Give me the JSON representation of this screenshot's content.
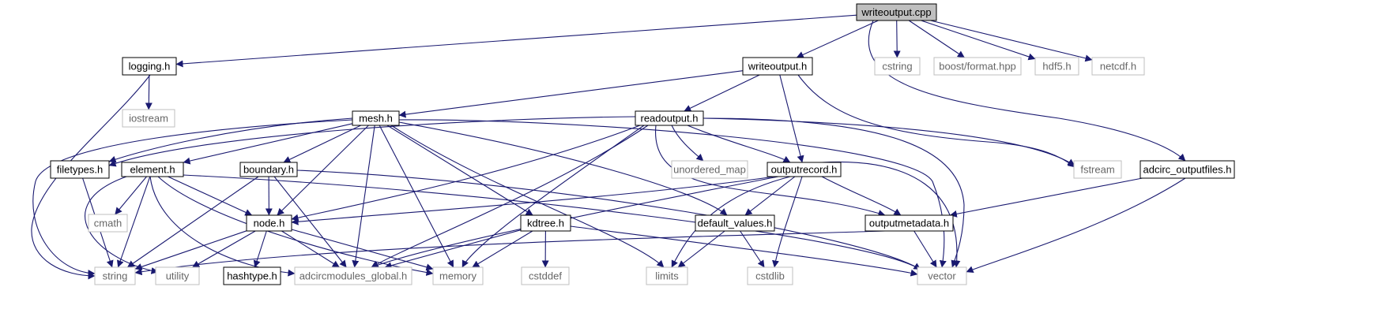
{
  "graph": {
    "edge_color": "#191970",
    "root_fill": "#bfbfbf",
    "external_border": "#bfbfbf",
    "nodes": [
      {
        "id": "writeoutput_cpp",
        "label": "writeoutput.cpp",
        "kind": "root"
      },
      {
        "id": "logging_h",
        "label": "logging.h",
        "kind": "local"
      },
      {
        "id": "writeoutput_h",
        "label": "writeoutput.h",
        "kind": "local"
      },
      {
        "id": "cstring",
        "label": "cstring",
        "kind": "external"
      },
      {
        "id": "boost_format",
        "label": "boost/format.hpp",
        "kind": "external"
      },
      {
        "id": "hdf5_h",
        "label": "hdf5.h",
        "kind": "external"
      },
      {
        "id": "netcdf_h",
        "label": "netcdf.h",
        "kind": "external"
      },
      {
        "id": "iostream",
        "label": "iostream",
        "kind": "external"
      },
      {
        "id": "mesh_h",
        "label": "mesh.h",
        "kind": "local"
      },
      {
        "id": "readoutput_h",
        "label": "readoutput.h",
        "kind": "local"
      },
      {
        "id": "filetypes_h",
        "label": "filetypes.h",
        "kind": "local"
      },
      {
        "id": "element_h",
        "label": "element.h",
        "kind": "local"
      },
      {
        "id": "boundary_h",
        "label": "boundary.h",
        "kind": "local"
      },
      {
        "id": "unordered_map",
        "label": "unordered_map",
        "kind": "external"
      },
      {
        "id": "outputrecord_h",
        "label": "outputrecord.h",
        "kind": "local"
      },
      {
        "id": "fstream",
        "label": "fstream",
        "kind": "external"
      },
      {
        "id": "adcirc_outputfiles_h",
        "label": "adcirc_outputfiles.h",
        "kind": "local"
      },
      {
        "id": "cmath",
        "label": "cmath",
        "kind": "external"
      },
      {
        "id": "node_h",
        "label": "node.h",
        "kind": "local"
      },
      {
        "id": "kdtree_h",
        "label": "kdtree.h",
        "kind": "local"
      },
      {
        "id": "default_values_h",
        "label": "default_values.h",
        "kind": "local"
      },
      {
        "id": "outputmetadata_h",
        "label": "outputmetadata.h",
        "kind": "local"
      },
      {
        "id": "hashtype_h",
        "label": "hashtype.h",
        "kind": "local"
      },
      {
        "id": "string",
        "label": "string",
        "kind": "external"
      },
      {
        "id": "utility",
        "label": "utility",
        "kind": "external"
      },
      {
        "id": "adcircmodules_global_h",
        "label": "adcircmodules_global.h",
        "kind": "external"
      },
      {
        "id": "memory",
        "label": "memory",
        "kind": "external"
      },
      {
        "id": "cstddef",
        "label": "cstddef",
        "kind": "external"
      },
      {
        "id": "limits",
        "label": "limits",
        "kind": "external"
      },
      {
        "id": "cstdlib",
        "label": "cstdlib",
        "kind": "external"
      },
      {
        "id": "vector",
        "label": "vector",
        "kind": "external"
      }
    ],
    "edges": [
      [
        "writeoutput_cpp",
        "logging_h"
      ],
      [
        "writeoutput_cpp",
        "writeoutput_h"
      ],
      [
        "writeoutput_cpp",
        "cstring"
      ],
      [
        "writeoutput_cpp",
        "boost_format"
      ],
      [
        "writeoutput_cpp",
        "hdf5_h"
      ],
      [
        "writeoutput_cpp",
        "netcdf_h"
      ],
      [
        "writeoutput_cpp",
        "adcirc_outputfiles_h"
      ],
      [
        "logging_h",
        "iostream"
      ],
      [
        "logging_h",
        "string"
      ],
      [
        "writeoutput_h",
        "mesh_h"
      ],
      [
        "writeoutput_h",
        "readoutput_h"
      ],
      [
        "writeoutput_h",
        "outputrecord_h"
      ],
      [
        "writeoutput_h",
        "fstream"
      ],
      [
        "mesh_h",
        "filetypes_h"
      ],
      [
        "mesh_h",
        "element_h"
      ],
      [
        "mesh_h",
        "boundary_h"
      ],
      [
        "mesh_h",
        "node_h"
      ],
      [
        "mesh_h",
        "kdtree_h"
      ],
      [
        "mesh_h",
        "string"
      ],
      [
        "mesh_h",
        "adcircmodules_global_h"
      ],
      [
        "mesh_h",
        "memory"
      ],
      [
        "mesh_h",
        "limits"
      ],
      [
        "mesh_h",
        "vector"
      ],
      [
        "mesh_h",
        "default_values_h"
      ],
      [
        "readoutput_h",
        "filetypes_h"
      ],
      [
        "readoutput_h",
        "unordered_map"
      ],
      [
        "readoutput_h",
        "outputrecord_h"
      ],
      [
        "readoutput_h",
        "outputmetadata_h"
      ],
      [
        "readoutput_h",
        "fstream"
      ],
      [
        "readoutput_h",
        "node_h"
      ],
      [
        "readoutput_h",
        "adcircmodules_global_h"
      ],
      [
        "readoutput_h",
        "memory"
      ],
      [
        "readoutput_h",
        "vector"
      ],
      [
        "filetypes_h",
        "string"
      ],
      [
        "element_h",
        "node_h"
      ],
      [
        "element_h",
        "cmath"
      ],
      [
        "element_h",
        "string"
      ],
      [
        "element_h",
        "utility"
      ],
      [
        "element_h",
        "adcircmodules_global_h"
      ],
      [
        "element_h",
        "memory"
      ],
      [
        "element_h",
        "vector"
      ],
      [
        "boundary_h",
        "node_h"
      ],
      [
        "boundary_h",
        "string"
      ],
      [
        "boundary_h",
        "adcircmodules_global_h"
      ],
      [
        "boundary_h",
        "vector"
      ],
      [
        "outputrecord_h",
        "node_h"
      ],
      [
        "outputrecord_h",
        "default_values_h"
      ],
      [
        "outputrecord_h",
        "outputmetadata_h"
      ],
      [
        "outputrecord_h",
        "adcircmodules_global_h"
      ],
      [
        "outputrecord_h",
        "limits"
      ],
      [
        "outputrecord_h",
        "cstdlib"
      ],
      [
        "outputrecord_h",
        "vector"
      ],
      [
        "adcirc_outputfiles_h",
        "outputmetadata_h"
      ],
      [
        "adcirc_outputfiles_h",
        "vector"
      ],
      [
        "node_h",
        "hashtype_h"
      ],
      [
        "node_h",
        "string"
      ],
      [
        "node_h",
        "utility"
      ],
      [
        "node_h",
        "adcircmodules_global_h"
      ],
      [
        "node_h",
        "memory"
      ],
      [
        "kdtree_h",
        "cstddef"
      ],
      [
        "kdtree_h",
        "adcircmodules_global_h"
      ],
      [
        "kdtree_h",
        "memory"
      ],
      [
        "kdtree_h",
        "vector"
      ],
      [
        "default_values_h",
        "limits"
      ],
      [
        "default_values_h",
        "cstdlib"
      ],
      [
        "outputmetadata_h",
        "string"
      ],
      [
        "outputmetadata_h",
        "vector"
      ]
    ]
  }
}
